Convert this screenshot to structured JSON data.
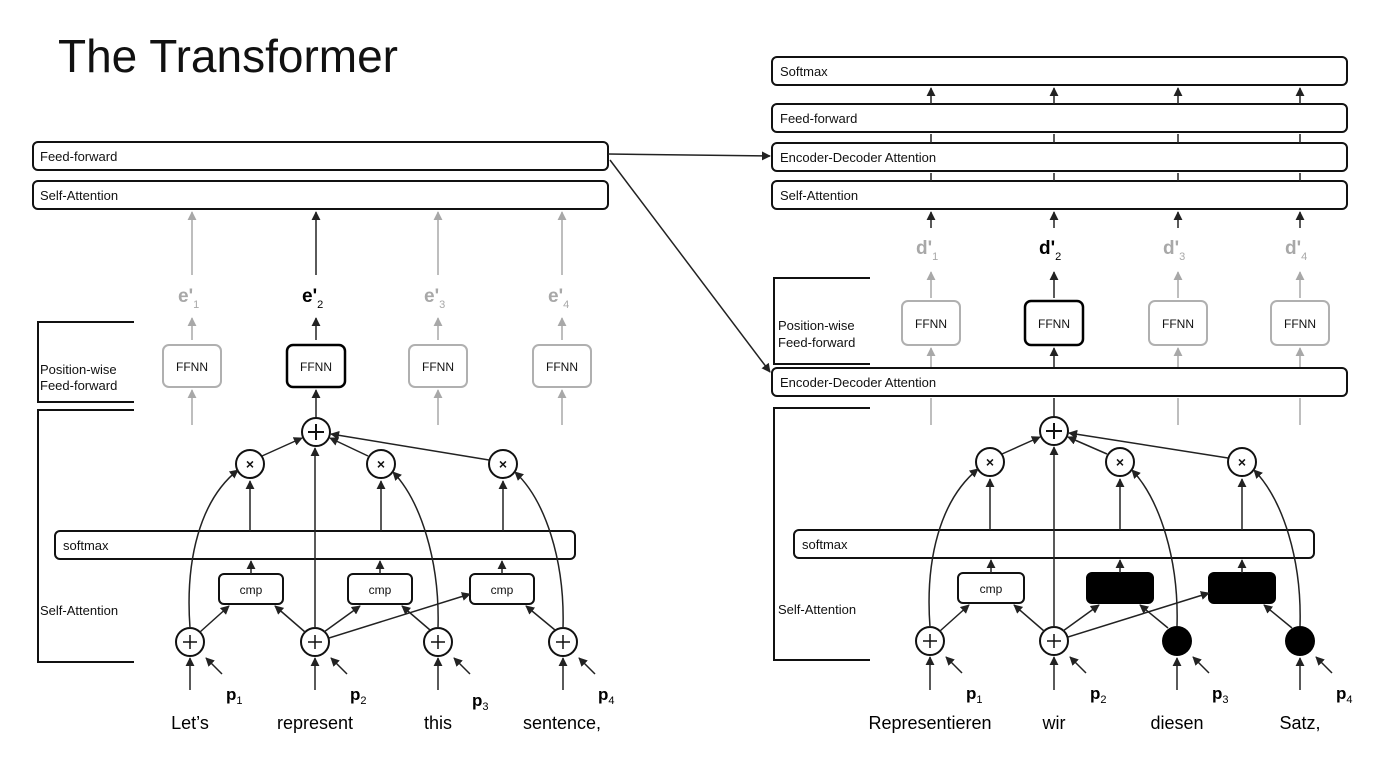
{
  "title": "The Transformer",
  "encoder": {
    "top_layers": [
      "Feed-forward",
      "Self-Attention"
    ],
    "outputs": [
      "e'",
      "e'",
      "e'",
      "e'"
    ],
    "output_subs": [
      "1",
      "2",
      "3",
      "4"
    ],
    "side_labels": {
      "ffn_line1": "Position-wise",
      "ffn_line2": "Feed-forward",
      "attn": "Self-Attention"
    },
    "ffnn_label": "FFNN",
    "softmax_label": "softmax",
    "cmp_label": "cmp",
    "pos_label": "p",
    "pos_subs": [
      "1",
      "2",
      "3",
      "4"
    ],
    "words": [
      "Let’s",
      "represent",
      "this",
      "sentence,"
    ]
  },
  "decoder": {
    "top_layers": [
      "Softmax",
      "Feed-forward",
      "Encoder-Decoder Attention",
      "Self-Attention"
    ],
    "outputs": [
      "d'",
      "d'",
      "d'",
      "d'"
    ],
    "output_subs": [
      "1",
      "2",
      "3",
      "4"
    ],
    "side_labels": {
      "ffn_line1": "Position-wise",
      "ffn_line2": "Feed-forward",
      "attn": "Self-Attention"
    },
    "middle_layer": "Encoder-Decoder Attention",
    "ffnn_label": "FFNN",
    "softmax_label": "softmax",
    "cmp_label": "cmp",
    "pos_label": "p",
    "pos_subs": [
      "1",
      "2",
      "3",
      "4"
    ],
    "words": [
      "Representieren",
      "wir",
      "diesen",
      "Satz,"
    ]
  },
  "colors": {
    "active": "#000000",
    "inactive": "#a8a8a8",
    "line": "#222222"
  }
}
